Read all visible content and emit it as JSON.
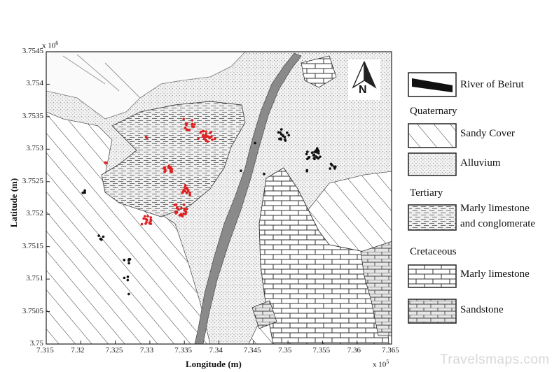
{
  "axes": {
    "x_label": "Longitude (m)",
    "y_label": "Latitude (m)",
    "x_exponent": "x 10",
    "x_exponent_power": "5",
    "y_exponent": "x 10",
    "y_exponent_power": "6",
    "x_ticks": [
      "7.315",
      "7.32",
      "7.325",
      "7.33",
      "7.335",
      "7.34",
      "7.345",
      "7.35",
      "7.355",
      "7.36",
      "7.365"
    ],
    "y_ticks": [
      "3.75",
      "3.7505",
      "3.751",
      "3.7515",
      "3.752",
      "3.7525",
      "3.753",
      "3.7535",
      "3.754",
      "3.7545"
    ]
  },
  "north_arrow": {
    "label": "N"
  },
  "legend": {
    "river": "River of Beirut",
    "quaternary_heading": "Quaternary",
    "sandy_cover": "Sandy Cover",
    "alluvium": "Alluvium",
    "tertiary_heading": "Tertiary",
    "marly_conglomerate_line1": "Marly limestone",
    "marly_conglomerate_line2": "and conglomerate",
    "cretaceous_heading": "Cretaceous",
    "marly_limestone": "Marly limestone",
    "sandstone": "Sandstone"
  },
  "colors": {
    "red_points": "#e02020",
    "black_points": "#111111",
    "river_fill": "#8a8a8a"
  },
  "watermark": "Travelsmaps.com"
}
